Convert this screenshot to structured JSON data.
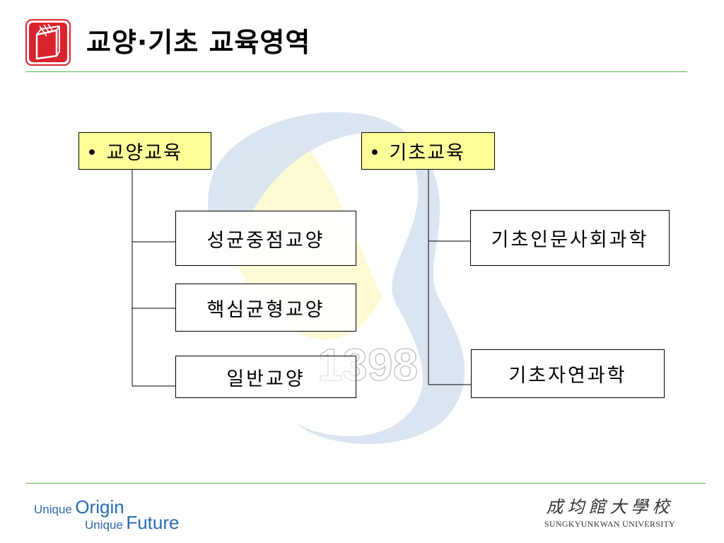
{
  "header": {
    "title": "교양·기초 교육영역",
    "icon": "book-icon",
    "icon_color": "#d9232e"
  },
  "diagram": {
    "categories": [
      {
        "label": "• 교양교육",
        "children": [
          "성균중점교양",
          "핵심균형교양",
          "일반교양"
        ]
      },
      {
        "label": "• 기초교육",
        "children": [
          "기초인문사회과학",
          "기초자연과학"
        ]
      }
    ],
    "category_fill": "#ffff99"
  },
  "watermark": {
    "year": "1398",
    "emblem": "university-s-emblem-icon",
    "colors": [
      "#d7e2f1",
      "#fbfacb"
    ]
  },
  "footer": {
    "slogan_line1_word1": "Unique",
    "slogan_line1_word2": "Origin",
    "slogan_line2_word1": "Unique",
    "slogan_line2_word2": "Future",
    "slogan_color": "#2a6bb0",
    "university_chinese": "成均館大學校",
    "university_english": "SUNGKYUNKWAN UNIVERSITY",
    "rule_color": "#57b847"
  }
}
